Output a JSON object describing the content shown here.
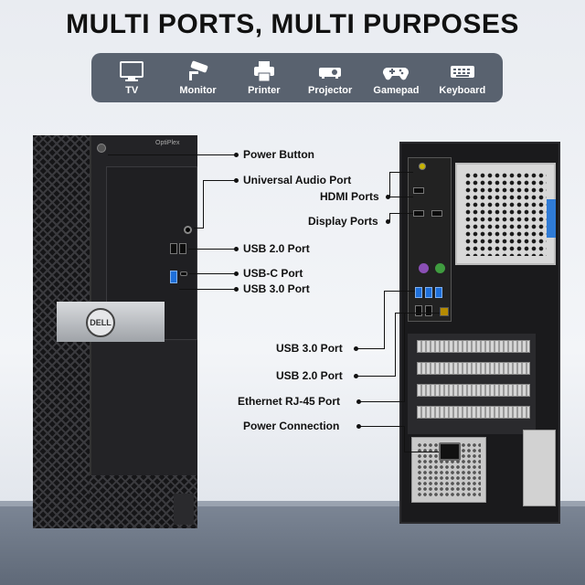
{
  "title": "MULTI PORTS, MULTI PURPOSES",
  "uses": [
    {
      "label": "TV",
      "icon": "tv-icon"
    },
    {
      "label": "Monitor",
      "icon": "security-camera-icon"
    },
    {
      "label": "Printer",
      "icon": "printer-icon"
    },
    {
      "label": "Projector",
      "icon": "projector-icon"
    },
    {
      "label": "Gamepad",
      "icon": "gamepad-icon"
    },
    {
      "label": "Keyboard",
      "icon": "keyboard-icon"
    }
  ],
  "front": {
    "brand": "OptiPlex",
    "logo": "DELL",
    "labels": {
      "power_button": "Power Button",
      "audio": "Universal Audio Port",
      "usb2": "USB 2.0 Port",
      "usbc": "USB-C Port",
      "usb3": "USB 3.0 Port"
    }
  },
  "back": {
    "labels": {
      "hdmi": "HDMI Ports",
      "display": "Display Ports",
      "usb3": "USB 3.0 Port",
      "usb2": "USB 2.0 Port",
      "ethernet": "Ethernet RJ-45 Port",
      "power": "Power Connection"
    }
  },
  "colors": {
    "icon_bar": "#59626f",
    "usb3_blue": "#1e6fd9",
    "floor": "#6b7583"
  }
}
